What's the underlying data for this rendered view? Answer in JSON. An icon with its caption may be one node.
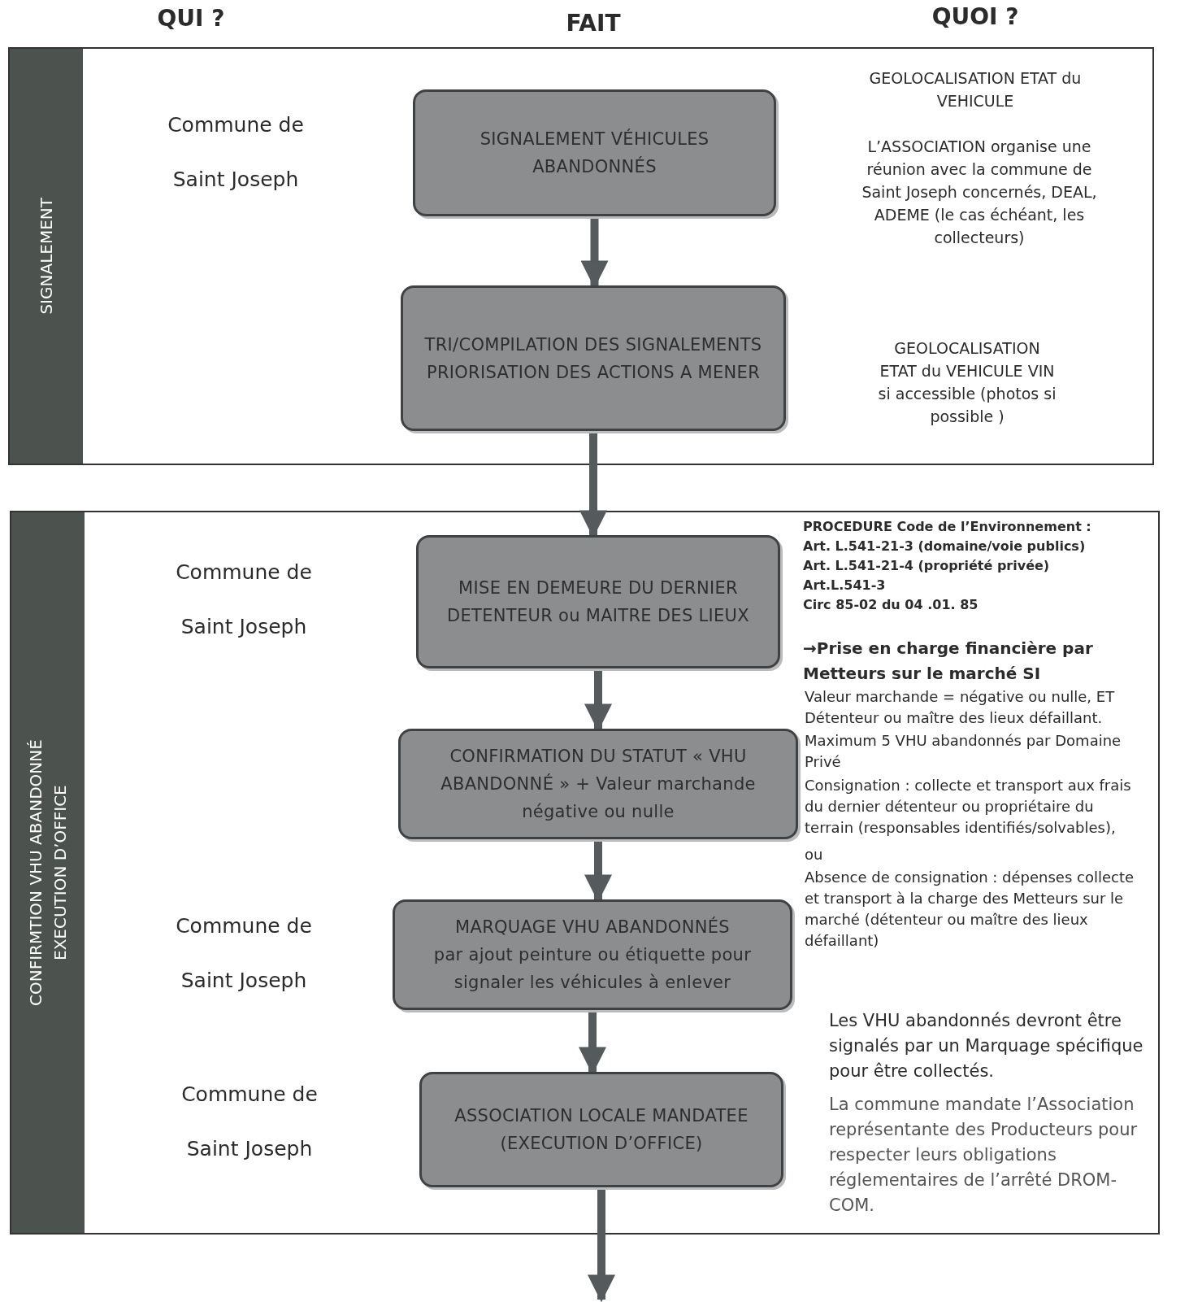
{
  "diagram": {
    "nodes": [
      {
        "text": [
          "SIGNALEMENT"
        ]
      },
      {
        "text": [
          "SIGNALEMENT VÉHICULES ABANDONNÉS"
        ],
        "in": 0
      },
      {
        "text": [
          "TRI/COMPILATION DES SIGNALEMENTS PRIORISATION DES ACTIONS A MENER"
        ],
        "in": 0
      },
      {
        "text": [
          "CONFIRMTION VHU ABANDONNÉ EXECUTION D’OFFICE"
        ]
      },
      {
        "text": [
          "MISE EN DEMEURE DU DERNIER DETENTEUR ou MAITRE DES LIEUX"
        ],
        "in": 3
      },
      {
        "text": [
          "CONFIRMATION DU STATUT « VHU ABANDONNÉ » + Valeur marchande négative ou nulle"
        ],
        "in": 3
      },
      {
        "text": [
          "MARQUAGE VHU ABANDONNÉS",
          "par ajout peinture ou étiquette pour signaler les véhicules à enlever"
        ],
        "in": 3
      },
      {
        "text": [
          "ASSOCIATION LOCALE MANDATEE (EXECUTION D’OFFICE)"
        ],
        "in": 3
      }
    ],
    "edges": [
      {
        "from": 1,
        "to": 2,
        "arrow": "to"
      },
      {
        "from": 2,
        "to": 4,
        "arrow": "to"
      },
      {
        "from": 4,
        "to": 5,
        "arrow": "to"
      },
      {
        "from": 5,
        "to": 6,
        "arrow": "to"
      },
      {
        "from": 6,
        "to": 7,
        "arrow": "to"
      },
      {
        "from": 7,
        "to": null,
        "arrow": "to"
      }
    ],
    "labels": [
      "QUI ?",
      "FAIT",
      "QUOI ?",
      "Commune de Saint Joseph",
      "Commune de Saint Joseph",
      "Commune de Saint Joseph",
      "Commune de Saint Joseph",
      "GEOLOCALISATION ETAT du VEHICULE",
      "L’ASSOCIATION organise une réunion avec la commune de Saint Joseph concernés, DEAL, ADEME (le cas échéant, les collecteurs)",
      "GEOLOCALISATION ETAT du VEHICULE VIN si accessible (photos si possible )",
      "PROCEDURE Code de l’Environnement :",
      "Art. L.541-21-3 (domaine/voie publics)",
      "Art. L.541-21-4 (propriété privée)",
      "Art.L.541-3",
      "Circ 85-02 du 04 .01. 85",
      "→Prise en charge financière par Metteurs sur le marché SI",
      "Valeur marchande = négative ou nulle, ET Détenteur ou maître des lieux défaillant.",
      "Maximum 5 VHU abandonnés par Domaine Privé",
      "Consignation : collecte et transport aux frais du dernier détenteur ou propriétaire du terrain (responsables identifiés/solvables),",
      "ou",
      "Absence de consignation : dépenses collecte et transport à la charge des Metteurs sur le marché (détenteur ou maître des lieux défaillant)",
      "Les VHU abandonnés devront être signalés par un Marquage spécifique pour être collectés.",
      "La commune mandate l’Association représentante des Producteurs pour respecter leurs obligations réglementaires de l’arrêté DROM-COM."
    ]
  }
}
